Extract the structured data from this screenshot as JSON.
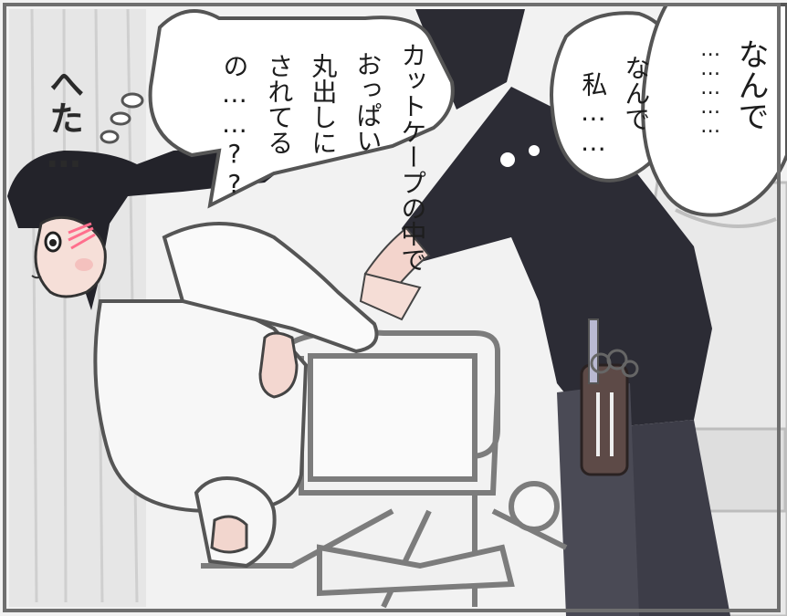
{
  "bubbles": {
    "left_lines": [
      "カットケープの中で",
      "おっぱい",
      "丸出しに",
      "されてる",
      "の……??"
    ],
    "middle_lines": [
      "なんで",
      "私……"
    ],
    "right_lines": [
      "なんで",
      "……………"
    ]
  },
  "sfx": {
    "text": "へた…"
  }
}
